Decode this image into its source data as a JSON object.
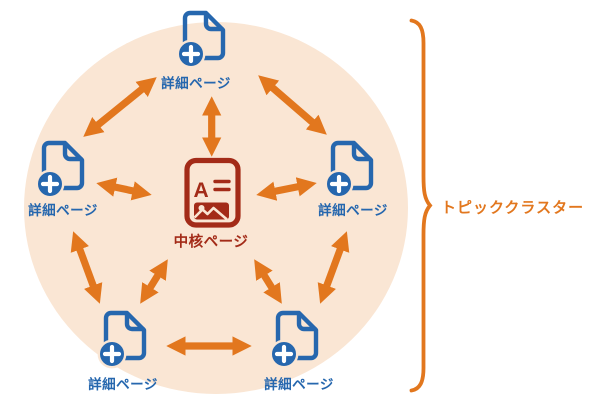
{
  "diagram": {
    "bracket_label": "トピッククラスター",
    "center_node": {
      "id": "core",
      "label": "中核ページ",
      "icon": "article-page-icon",
      "glyph": "A"
    },
    "detail_nodes": [
      {
        "id": "top",
        "label": "詳細ページ",
        "icon": "document-plus-icon"
      },
      {
        "id": "left",
        "label": "詳細ページ",
        "icon": "document-plus-icon"
      },
      {
        "id": "right",
        "label": "詳細ページ",
        "icon": "document-plus-icon"
      },
      {
        "id": "bottom-left",
        "label": "詳細ページ",
        "icon": "document-plus-icon"
      },
      {
        "id": "bottom-right",
        "label": "詳細ページ",
        "icon": "document-plus-icon"
      }
    ],
    "connections": [
      [
        "core",
        "top"
      ],
      [
        "core",
        "left"
      ],
      [
        "core",
        "right"
      ],
      [
        "core",
        "bottom-left"
      ],
      [
        "core",
        "bottom-right"
      ],
      [
        "top",
        "left"
      ],
      [
        "top",
        "right"
      ],
      [
        "left",
        "bottom-left"
      ],
      [
        "right",
        "bottom-right"
      ],
      [
        "bottom-left",
        "bottom-right"
      ]
    ],
    "connection_style": "bidirectional-arrow",
    "colors": {
      "background": "#FFFFFF",
      "cluster_fill": "#FAE6D4",
      "arrow_orange": "#E2771E",
      "doc_blue": "#2667AE",
      "core_red": "#A32B18"
    }
  }
}
